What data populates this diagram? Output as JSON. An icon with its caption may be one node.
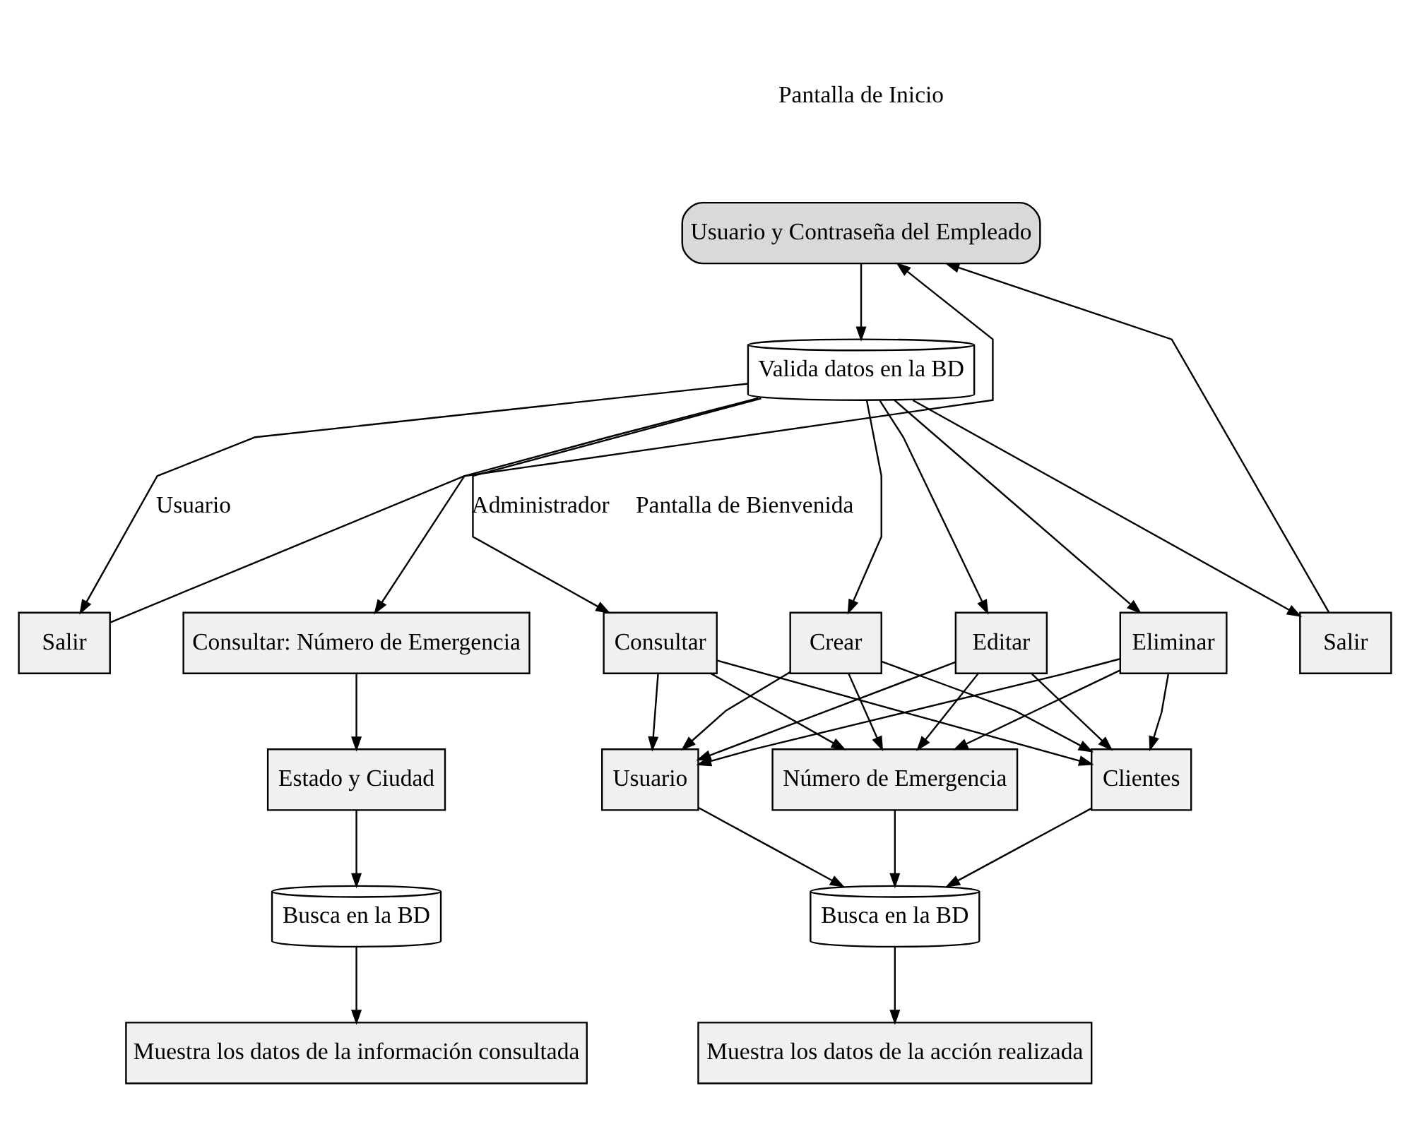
{
  "diagram": {
    "nodes": [
      {
        "text": [
          "Usuario y Contraseña del Empleado"
        ],
        "beside": [
          "Pantalla de Inicio"
        ]
      },
      {
        "text": [
          "Valida datos en la BD"
        ]
      },
      {
        "text": [
          "Salir"
        ]
      },
      {
        "text": [
          "Consultar: Número de Emergencia"
        ]
      },
      {
        "text": [
          "Estado y Ciudad"
        ]
      },
      {
        "text": [
          "Busca en la BD"
        ]
      },
      {
        "text": [
          "Muestra los datos de la información consultada"
        ]
      },
      {
        "text": [
          "Consultar"
        ]
      },
      {
        "text": [
          "Crear"
        ]
      },
      {
        "text": [
          "Editar"
        ]
      },
      {
        "text": [
          "Eliminar"
        ]
      },
      {
        "text": [
          "Salir"
        ]
      },
      {
        "text": [
          "Usuario"
        ]
      },
      {
        "text": [
          "Número de Emergencia"
        ]
      },
      {
        "text": [
          "Clientes"
        ]
      },
      {
        "text": [
          "Busca en la BD"
        ]
      },
      {
        "text": [
          "Muestra los datos de la acción realizada"
        ]
      }
    ],
    "edges": [
      {
        "from": 0,
        "to": 1,
        "arrow": "to"
      },
      {
        "from": 1,
        "to": 2,
        "arrow": "to",
        "label": "Usuario"
      },
      {
        "from": 1,
        "to": 3,
        "arrow": "to"
      },
      {
        "from": 1,
        "to": 7,
        "arrow": "to",
        "label": "Administrador"
      },
      {
        "from": 1,
        "to": 8,
        "arrow": "to"
      },
      {
        "from": 1,
        "to": 9,
        "arrow": "to"
      },
      {
        "from": 1,
        "to": 10,
        "arrow": "to"
      },
      {
        "from": 1,
        "to": 11,
        "arrow": "to"
      },
      {
        "from": 2,
        "to": 0,
        "arrow": "to"
      },
      {
        "from": 11,
        "to": 0,
        "arrow": "to"
      },
      {
        "from": 3,
        "to": 4,
        "arrow": "to"
      },
      {
        "from": 4,
        "to": 5,
        "arrow": "to"
      },
      {
        "from": 5,
        "to": 6,
        "arrow": "to"
      },
      {
        "from": 7,
        "to": 12,
        "arrow": "to"
      },
      {
        "from": 7,
        "to": 13,
        "arrow": "to"
      },
      {
        "from": 7,
        "to": 14,
        "arrow": "to"
      },
      {
        "from": 8,
        "to": 12,
        "arrow": "to"
      },
      {
        "from": 8,
        "to": 13,
        "arrow": "to"
      },
      {
        "from": 8,
        "to": 14,
        "arrow": "to"
      },
      {
        "from": 9,
        "to": 12,
        "arrow": "to"
      },
      {
        "from": 9,
        "to": 13,
        "arrow": "to"
      },
      {
        "from": 9,
        "to": 14,
        "arrow": "to"
      },
      {
        "from": 10,
        "to": 12,
        "arrow": "to"
      },
      {
        "from": 10,
        "to": 13,
        "arrow": "to"
      },
      {
        "from": 10,
        "to": 14,
        "arrow": "to"
      },
      {
        "from": 12,
        "to": 15,
        "arrow": "to"
      },
      {
        "from": 13,
        "to": 15,
        "arrow": "to"
      },
      {
        "from": 14,
        "to": 15,
        "arrow": "to"
      },
      {
        "from": 15,
        "to": 16,
        "arrow": "to"
      }
    ],
    "labels": [
      "Pantalla de Bienvenida"
    ]
  }
}
